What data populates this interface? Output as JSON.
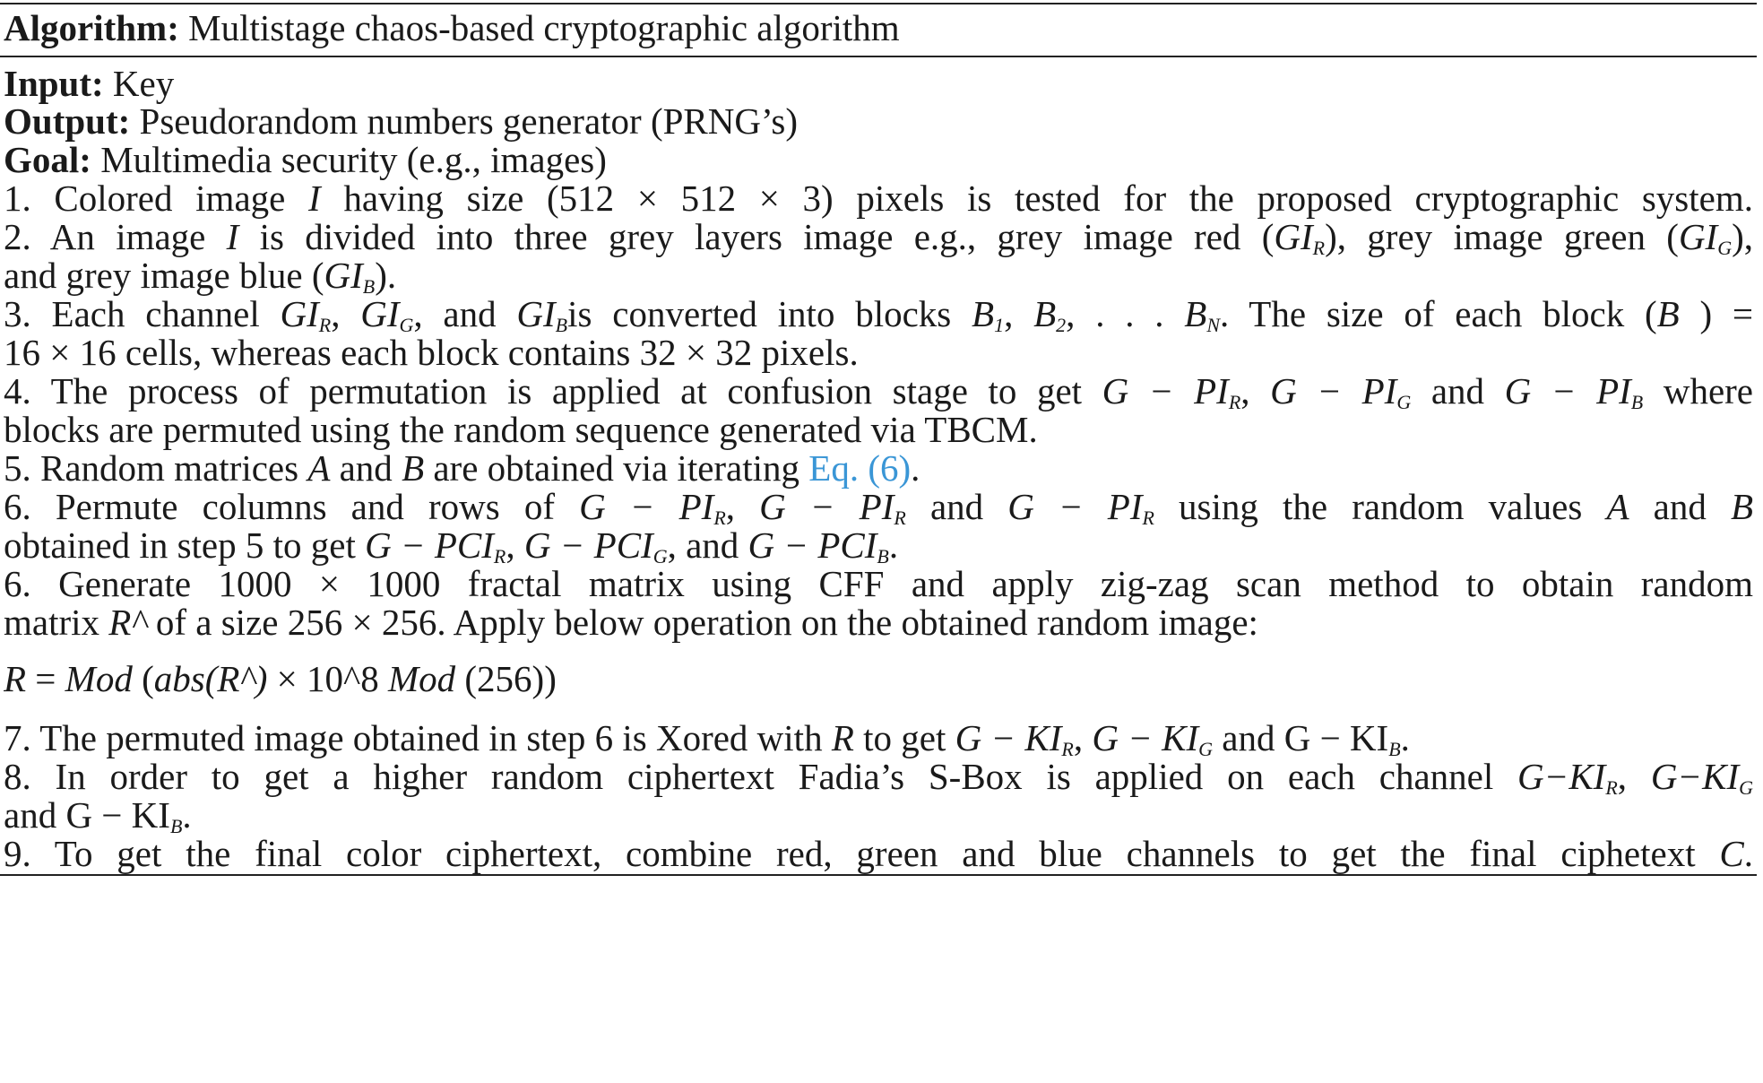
{
  "header": {
    "label": "Algorithm:",
    "title": "Multistage chaos-based cryptographic algorithm"
  },
  "io": {
    "input_label": "Input:",
    "input_value": "Key",
    "output_label": "Output:",
    "output_value": "Pseudorandom numbers generator (PRNG’s)",
    "goal_label": "Goal:",
    "goal_value": "Multimedia security (e.g., images)"
  },
  "steps": {
    "s1": {
      "a": "1. Colored image ",
      "I": "I",
      "b": " having size (512 × 512 × 3) pixels is tested for the proposed cryptographic system."
    },
    "s2": {
      "a": "2. An image ",
      "I": "I",
      "b": " is divided into three grey layers image e.g., grey image red (",
      "gi": "GI",
      "r": "R",
      "c": "), grey image green (",
      "g": "G",
      "d": "),",
      "e": "and grey image blue (",
      "bl": "B",
      "f": ")."
    },
    "s3": {
      "a": "3. Each channel ",
      "gi": "GI",
      "r": "R",
      "sep": ", ",
      "g": "G",
      "b": ", and ",
      "bl": "B",
      "c": "is converted into blocks ",
      "blk": "B",
      "n1": "1",
      "n2": "2",
      "dots": ", . . . ",
      "nn": "N",
      "d": ". The size of each block  (",
      "e": " ) =",
      "f": "16  × 16  cells, whereas each block contains 32  × 32 pixels."
    },
    "s4": {
      "a": "4. The process of permutation is applied at confusion stage to get ",
      "gpi": "G − PI",
      "r": "R",
      "g": "G",
      "bl": "B",
      "sep": ",  ",
      "and": " and ",
      "b": " where",
      "c": "blocks are permuted using the random sequence generated via TBCM."
    },
    "s5": {
      "a": "5. Random matrices ",
      "A": "A",
      "and": " and ",
      "B": "B",
      "b": " are obtained via iterating ",
      "link": "Eq. (6)",
      "c": "."
    },
    "s6": {
      "a": "6. Permute columns and rows of ",
      "gpi": "G − PI",
      "r": "R",
      "sep": ",  ",
      "and": " and ",
      "b": " using the random values ",
      "A": "A",
      "B": "B",
      "c": "obtained in step 5 to get ",
      "gpci": "G − PCI",
      "g": "G",
      "bl": "B",
      "d": ", and ",
      "e": "."
    },
    "s6b": {
      "a": "6. Generate 1000   × 1000 fractal matrix using CFF and apply zig-zag scan method to obtain random",
      "b": "matrix ",
      "rh": "R^",
      "c": " of a size 256   × 256. Apply below operation on the obtained random image:"
    },
    "formula": {
      "R": "R",
      "eq": " = ",
      "mod": "Mod",
      "paren": " (",
      "abs": "abs",
      "rh": "(R^)",
      "times": "  ×  10^8 ",
      "end": " (256))"
    },
    "s7": {
      "a": "7. The permuted image obtained in step 6 is Xored with ",
      "R": "R",
      "b": " to get ",
      "gki": "G − KI",
      "r": "R",
      "sep": ",  ",
      "g": "G",
      "and": " and ",
      "gki2": "G − KI",
      "bl": "B",
      "c": "."
    },
    "s8": {
      "a": "8. In order to get a higher random ciphertext Fadia’s S-Box is applied on each channel ",
      "gki": "G−KI",
      "r": "R",
      "sep": ",  ",
      "g": "G",
      "b": "and ",
      "gki2": "G − KI",
      "bl": "B",
      "c": "."
    },
    "s9": {
      "a": "9. To get the final color ciphertext, combine red, green and blue channels to get the final ciphetext ",
      "C": "C",
      "b": "."
    }
  }
}
